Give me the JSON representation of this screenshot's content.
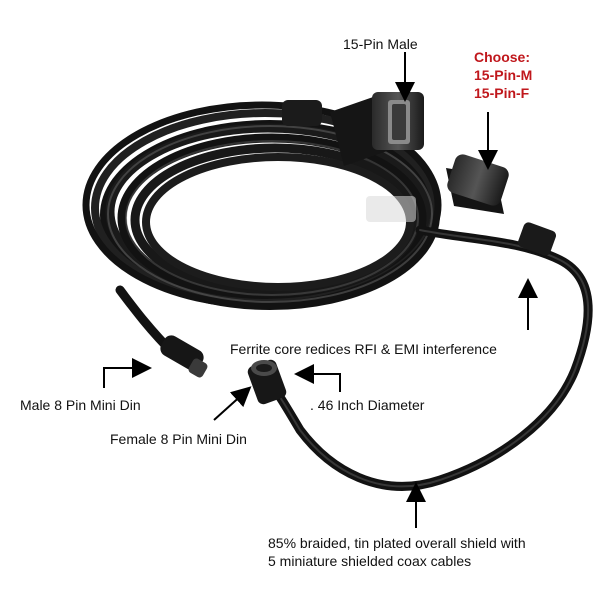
{
  "labels": {
    "fifteen_pin_male": "15-Pin Male",
    "choose_title": "Choose:",
    "choose_option_m": "15-Pin-M",
    "choose_option_f": "15-Pin-F",
    "ferrite": "Ferrite core redices RFI & EMI interference",
    "male_din": "Male 8 Pin Mini Din",
    "female_din": "Female 8 Pin Mini Din",
    "diameter": ". 46 Inch Diameter",
    "shield_line1": "85% braided, tin plated overall shield with",
    "shield_line2": "5 miniature shielded coax cables"
  },
  "colors": {
    "choose_text": "#c0171c",
    "cable": "#121212",
    "background": "#ffffff"
  }
}
